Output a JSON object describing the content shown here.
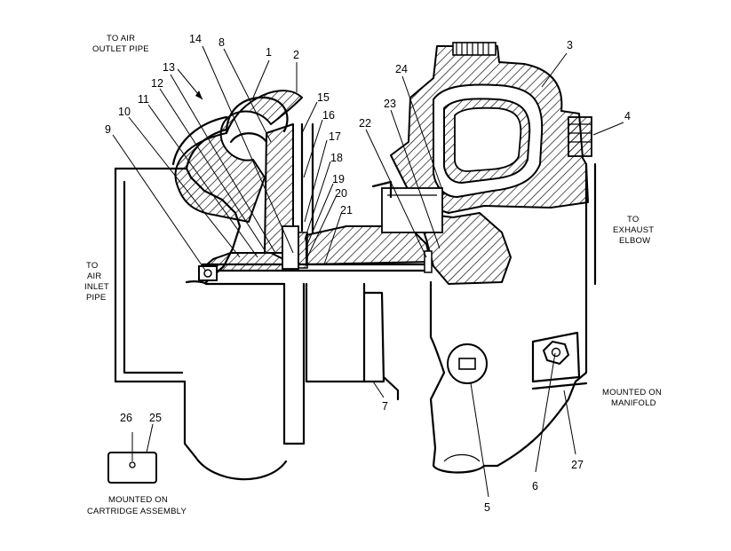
{
  "figure": {
    "callouts": [
      {
        "id": "c14",
        "text": "14"
      },
      {
        "id": "c8",
        "text": "8"
      },
      {
        "id": "c1",
        "text": "1"
      },
      {
        "id": "c2",
        "text": "2"
      },
      {
        "id": "c13",
        "text": "13"
      },
      {
        "id": "c12",
        "text": "12"
      },
      {
        "id": "c11",
        "text": "11"
      },
      {
        "id": "c10",
        "text": "10"
      },
      {
        "id": "c9",
        "text": "9"
      },
      {
        "id": "c15",
        "text": "15"
      },
      {
        "id": "c16",
        "text": "16"
      },
      {
        "id": "c17",
        "text": "17"
      },
      {
        "id": "c18",
        "text": "18"
      },
      {
        "id": "c19",
        "text": "19"
      },
      {
        "id": "c20",
        "text": "20"
      },
      {
        "id": "c21",
        "text": "21"
      },
      {
        "id": "c22",
        "text": "22"
      },
      {
        "id": "c23",
        "text": "23"
      },
      {
        "id": "c24",
        "text": "24"
      },
      {
        "id": "c3",
        "text": "3"
      },
      {
        "id": "c4",
        "text": "4"
      },
      {
        "id": "c7",
        "text": "7"
      },
      {
        "id": "c5",
        "text": "5"
      },
      {
        "id": "c6",
        "text": "6"
      },
      {
        "id": "c27",
        "text": "27"
      },
      {
        "id": "c26",
        "text": "26"
      },
      {
        "id": "c25",
        "text": "25"
      }
    ],
    "captions": {
      "air_outlet": [
        "TO AIR",
        "OUTLET PIPE"
      ],
      "air_inlet": [
        "TO",
        "AIR",
        "INLET",
        "PIPE"
      ],
      "exhaust": [
        "TO",
        "EXHAUST",
        "ELBOW"
      ],
      "manifold": [
        "MOUNTED ON",
        "MANIFOLD"
      ],
      "cartridge": [
        "MOUNTED ON",
        "CARTRIDGE ASSEMBLY"
      ]
    }
  }
}
